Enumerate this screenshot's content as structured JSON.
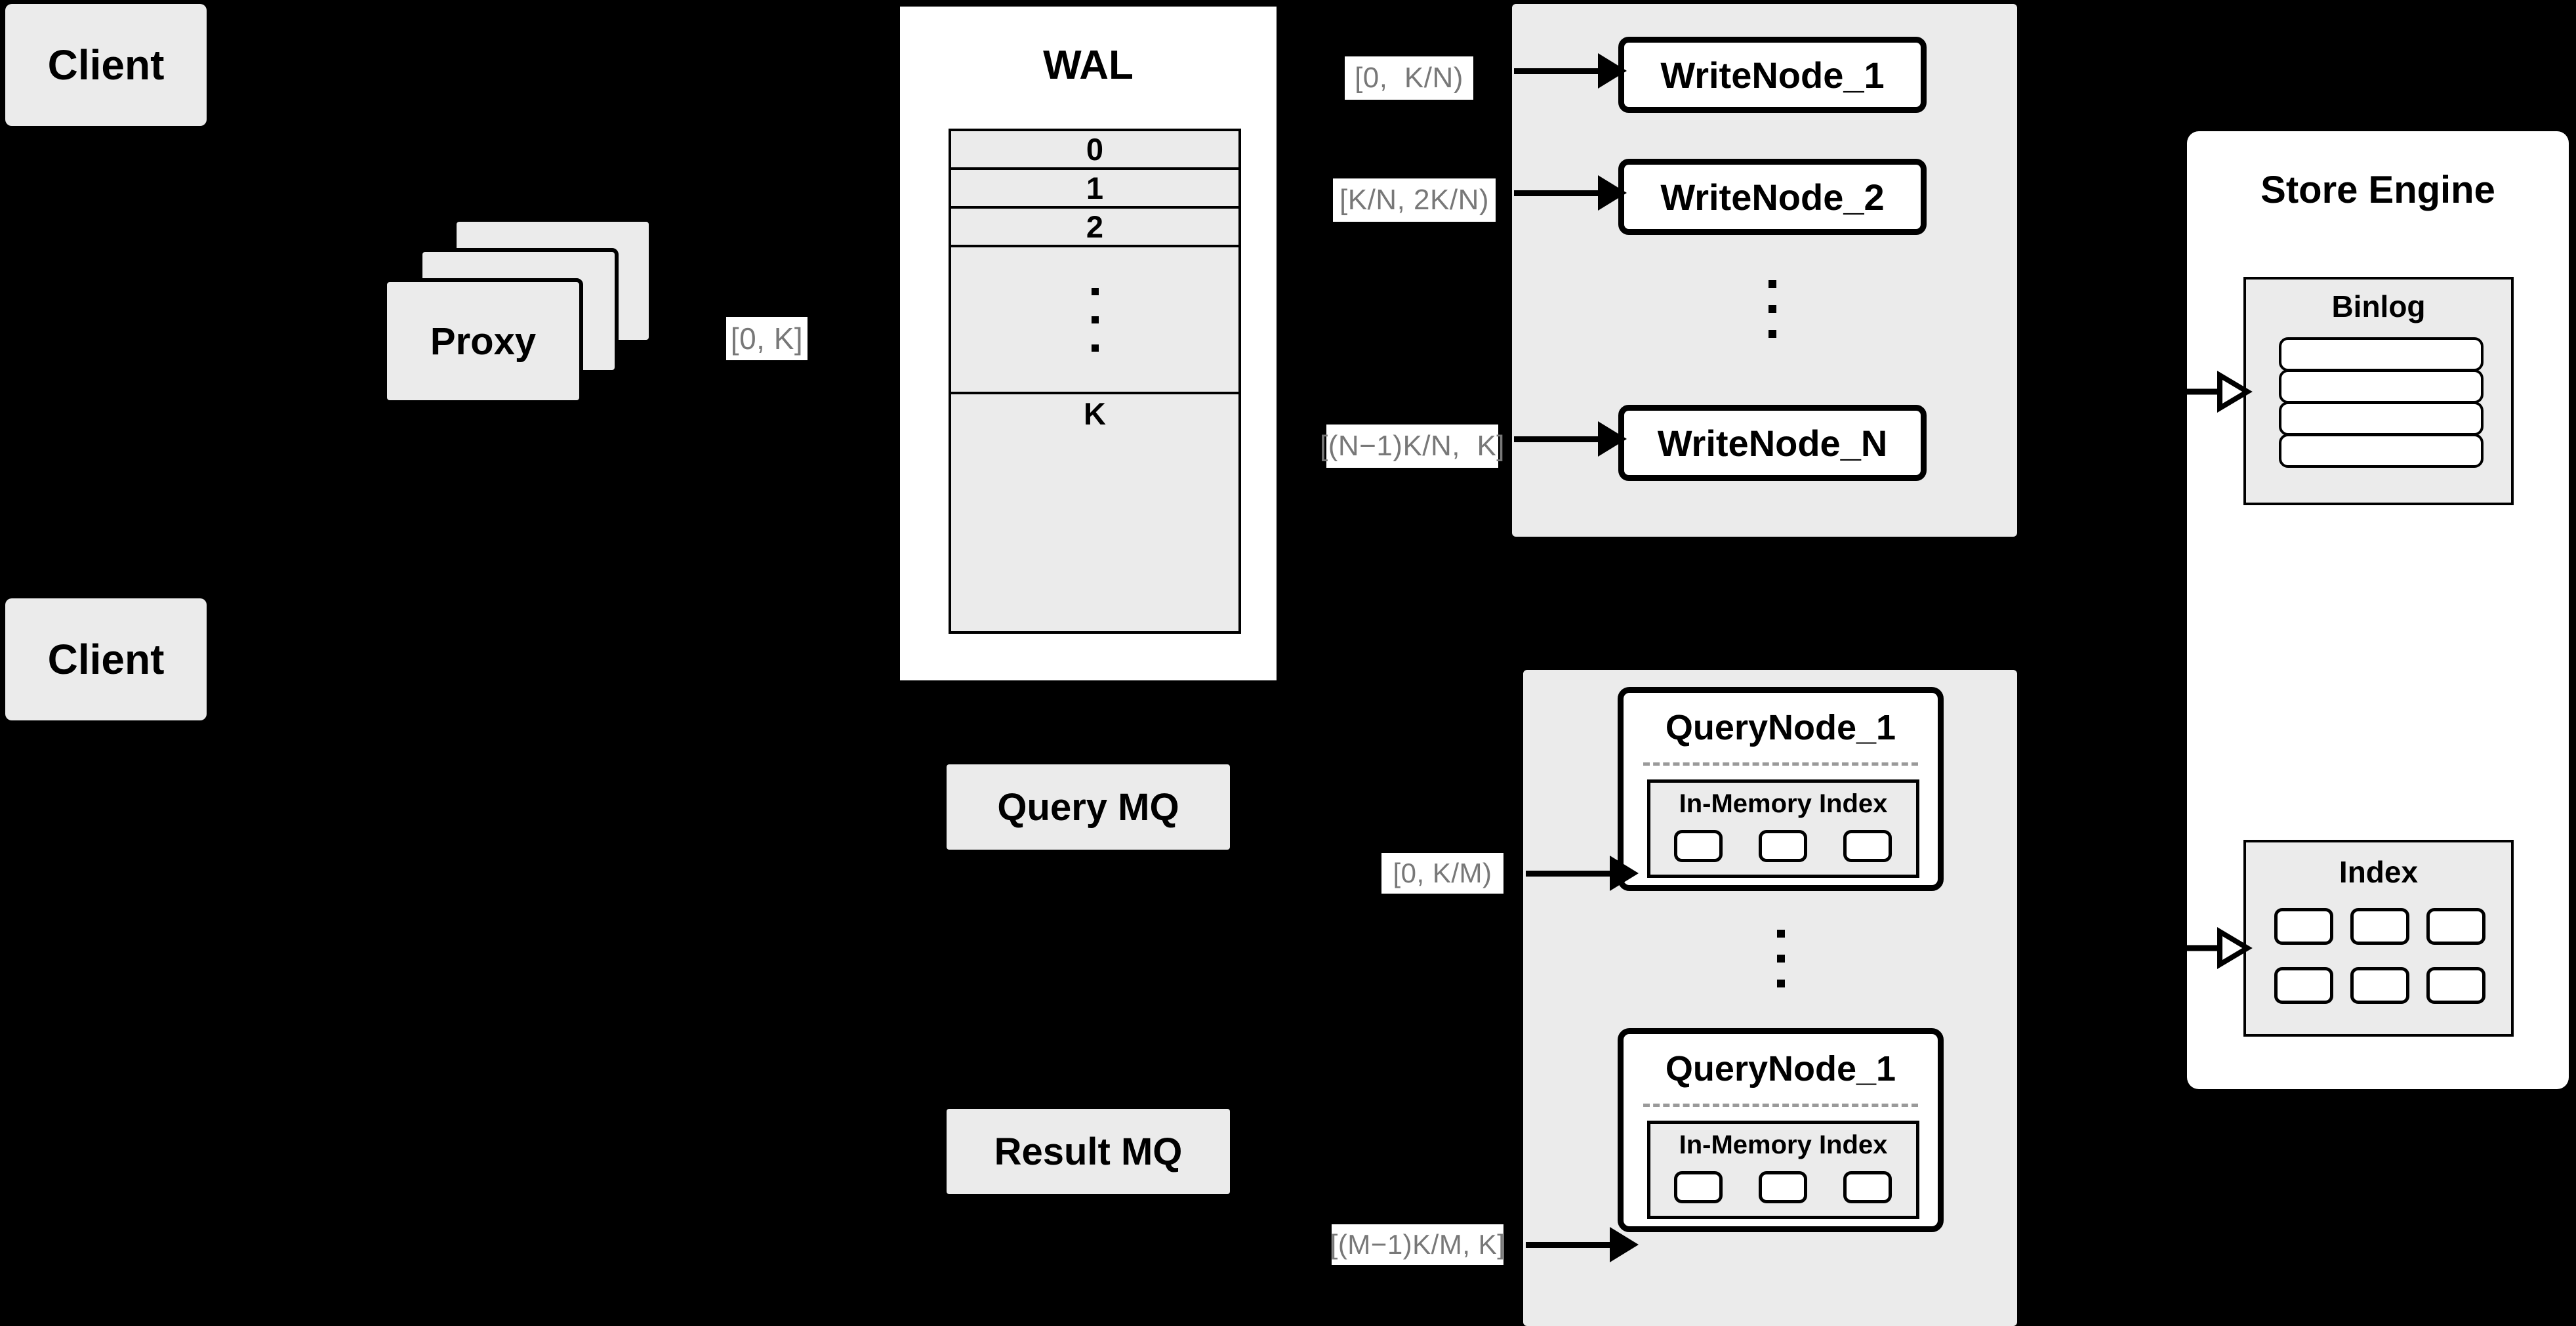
{
  "diagram": {
    "title": "Distributed Write/Query Engine Architecture",
    "background_color": "#000000",
    "node_fill": "#ebebeb",
    "panel_fill": "#ffffff",
    "label_text_color": "#787878",
    "stroke_color": "#000000"
  },
  "clients": [
    {
      "label": "Client"
    },
    {
      "label": "Client"
    }
  ],
  "proxy": {
    "label": "Proxy",
    "stack_count": 3
  },
  "wal": {
    "title": "WAL",
    "rows": [
      "0",
      "1",
      "2",
      "⋮",
      "K"
    ],
    "ellipsis_row_index": 3
  },
  "mq": {
    "query": {
      "label": "Query MQ"
    },
    "result": {
      "label": "Result MQ"
    }
  },
  "write_cluster": {
    "nodes": [
      {
        "label": "WriteNode_1"
      },
      {
        "label": "WriteNode_2"
      },
      {
        "label": "WriteNode_N"
      }
    ],
    "ellipsis": "⋮"
  },
  "query_cluster": {
    "nodes": [
      {
        "label": "QueryNode_1",
        "index_title": "In-Memory Index",
        "index_cells": 3
      },
      {
        "label": "QueryNode_1",
        "index_title": "In-Memory Index",
        "index_cells": 3
      }
    ],
    "ellipsis": "⋮"
  },
  "store_engine": {
    "title": "Store Engine",
    "binlog": {
      "title": "Binlog",
      "rows": 4
    },
    "index": {
      "title": "Index",
      "cells": 6,
      "columns": 3,
      "rows": 2
    }
  },
  "edge_labels": {
    "proxy_to_wal": "[0, K]",
    "write_node_1": "[0,  K/N)",
    "write_node_2": "[K/N, 2K/N)",
    "write_node_n": "[(N−1)K/N,  K]",
    "query_node_1": "[0, K/M)",
    "query_node_m": "[(M−1)K/M, K]"
  }
}
